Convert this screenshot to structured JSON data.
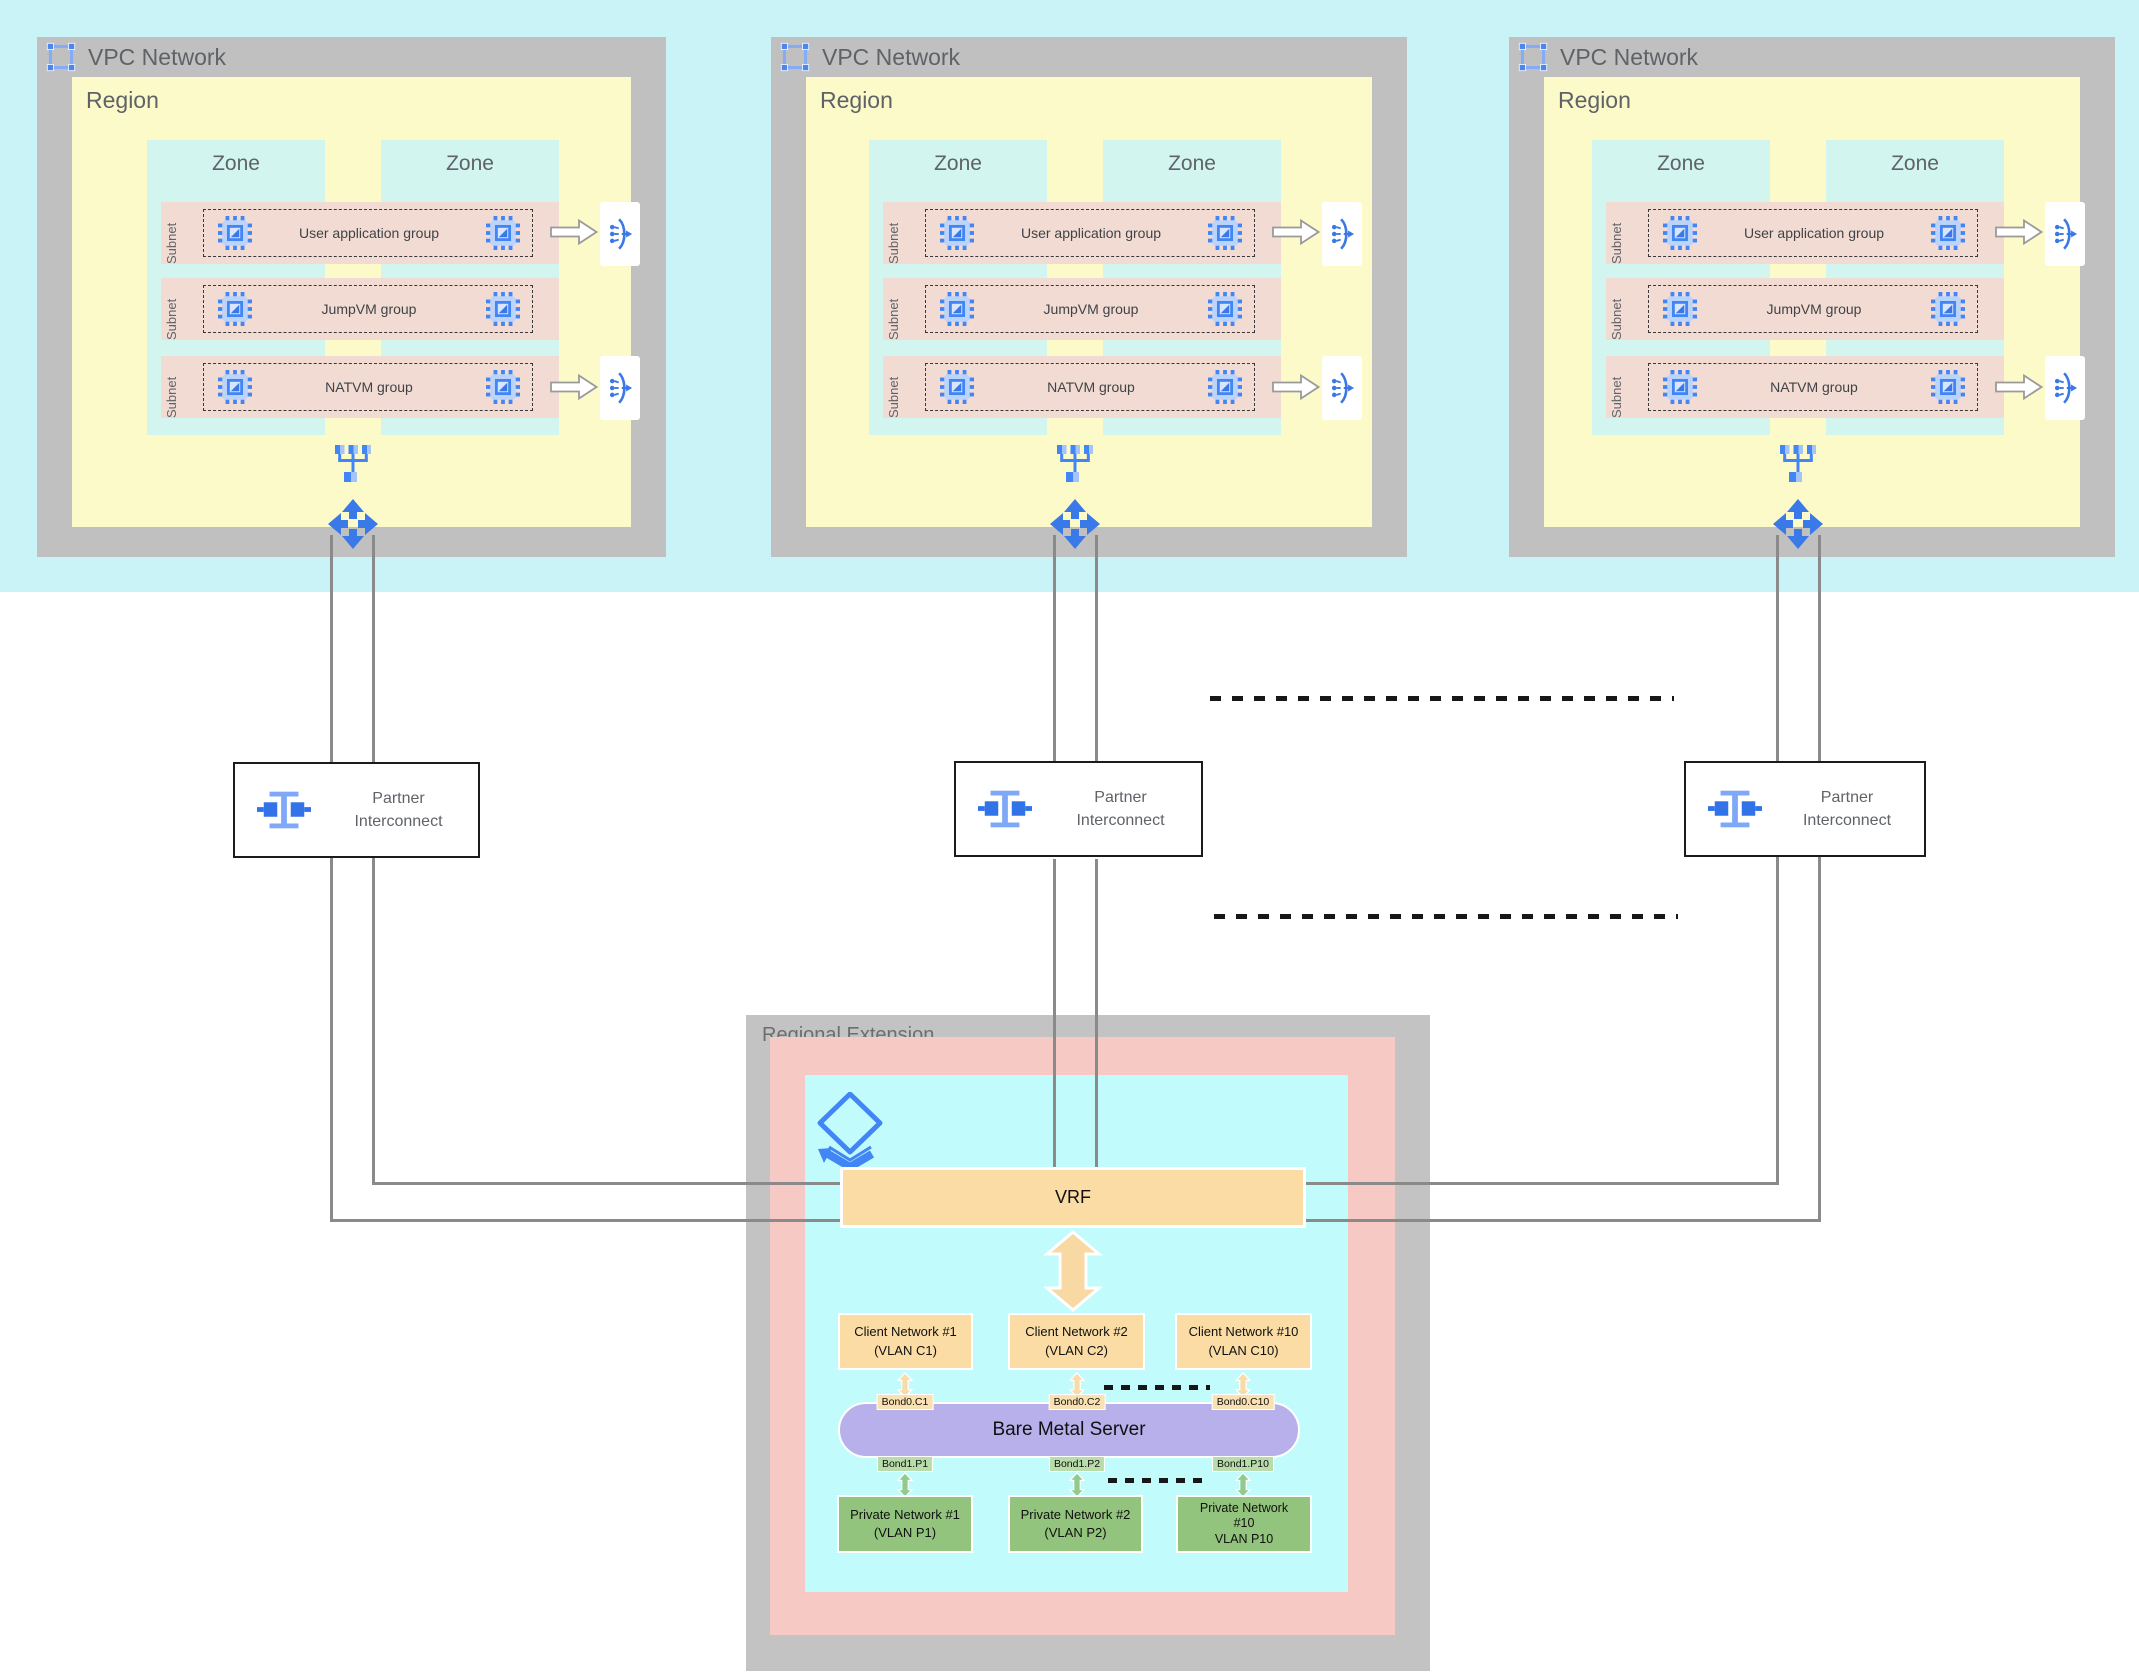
{
  "vpc": {
    "title": "VPC Network",
    "region": "Region",
    "zone": "Zone",
    "subnet": "Subnet",
    "groups": [
      {
        "label": "User application group"
      },
      {
        "label": "JumpVM group"
      },
      {
        "label": "NATVM group"
      }
    ]
  },
  "interconnect": {
    "line1": "Partner",
    "line2": "Interconnect"
  },
  "regional_extension": {
    "title": "Regional Extension",
    "vrf": "VRF",
    "client_networks": [
      {
        "lines": [
          "Client Network #1",
          "(VLAN C1)"
        ],
        "bond": "Bond0.C1"
      },
      {
        "lines": [
          "Client Network #2",
          "(VLAN C2)"
        ],
        "bond": "Bond0.C2"
      },
      {
        "lines": [
          "Client Network #10",
          "(VLAN C10)"
        ],
        "bond": "Bond0.C10"
      }
    ],
    "server": "Bare Metal Server",
    "private_networks": [
      {
        "lines": [
          "Private Network #1",
          "(VLAN P1)"
        ],
        "bond": "Bond1.P1"
      },
      {
        "lines": [
          "Private Network #2",
          "(VLAN P2)"
        ],
        "bond": "Bond1.P2"
      },
      {
        "lines": [
          "Private Network",
          "#10",
          "VLAN P10"
        ],
        "bond": "Bond1.P10"
      }
    ]
  },
  "icons": {
    "vpc": "vpc-selection-icon",
    "vm": "compute-engine-icon",
    "load_balancer": "load-balancer-icon",
    "network": "network-hub-icon",
    "routes": "routes-cross-arrows-icon",
    "partner_interconnect": "partner-interconnect-icon",
    "layers": "interconnect-layers-icon"
  },
  "colors": {
    "top_band": "#c9f3f7",
    "vpc_border_gray": "#c1c0c0",
    "region_yellow": "#fdfac9",
    "zone_cyan": "#d2f5ef",
    "subnet_pink": "#f2dbd3",
    "icon_blue": "#4285f4",
    "icon_blue_light": "#a4c4fa",
    "re_pink": "#f6c9c4",
    "re_cyan": "#c2fbfc",
    "vrf_orange": "#fadca4",
    "server_purple": "#b7b0eb",
    "private_green": "#93c47d",
    "line_gray": "#8a8a8a"
  }
}
